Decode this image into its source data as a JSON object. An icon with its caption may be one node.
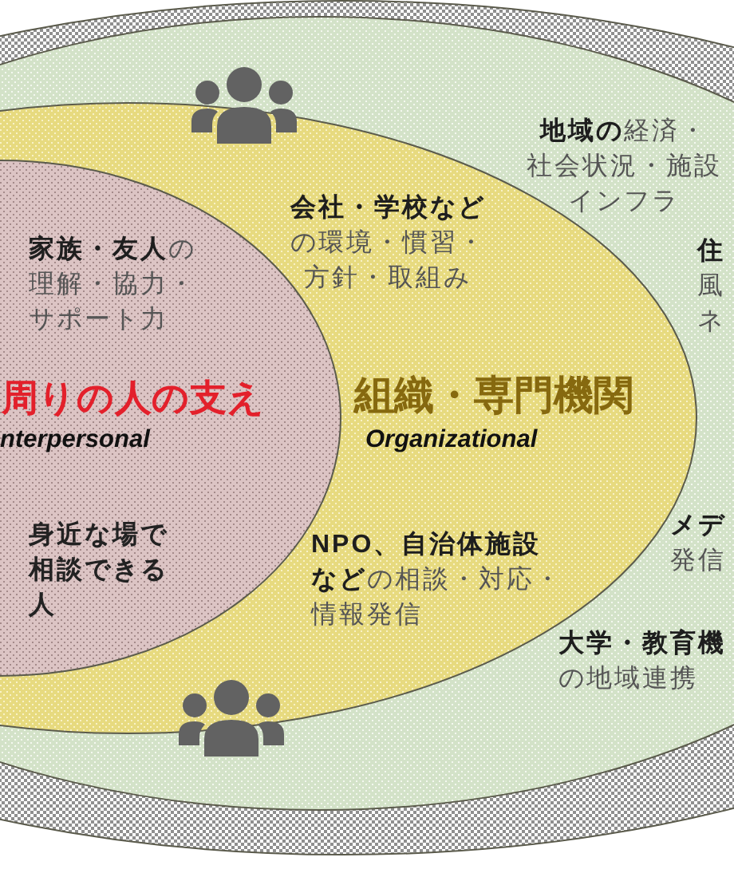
{
  "diagram": {
    "nodes": [
      {
        "text": [],
        "shape": "ellipse"
      },
      {
        "text": [
          "**地域の**経済・社会状況・施設インフラ",
          "**住**風ネ",
          "**メデ**発信",
          "**大学・教育機**の地域連携"
        ],
        "in": 0
      },
      {
        "text": [
          "**会社・学校など**の環境・慣習・方針・取組み",
          "組織・専門機関",
          "Organizational",
          "**NPO、自治体施設など**の相談・対応・情報発信"
        ],
        "in": 1
      },
      {
        "text": [
          "**家族・友人**の理解・協力・サポート力",
          "周りの人の支え",
          "nterpersonal",
          "身近な場で相談できる人"
        ],
        "in": 2
      }
    ]
  }
}
